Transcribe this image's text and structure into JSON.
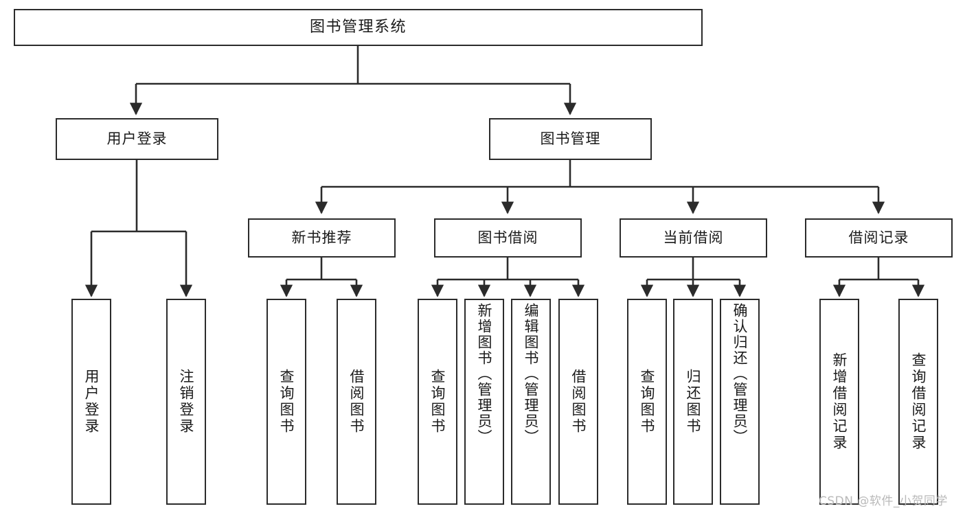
{
  "diagram": {
    "title": "图书管理系统",
    "type": "tree",
    "watermark": "CSDN @软件_小贺同学",
    "colors": {
      "box_border": "#2b2b2b",
      "box_fill": "#ffffff",
      "connector": "#2b2b2b",
      "text": "#1a1a1a",
      "watermark": "#b9b9b9",
      "background": "#ffffff"
    },
    "root": {
      "label": "图书管理系统"
    },
    "level2": [
      {
        "label": "用户登录"
      },
      {
        "label": "图书管理"
      }
    ],
    "level3": [
      {
        "label": "新书推荐"
      },
      {
        "label": "图书借阅"
      },
      {
        "label": "当前借阅"
      },
      {
        "label": "借阅记录"
      }
    ],
    "leaves": {
      "user_login": [
        {
          "label": "用户登录"
        },
        {
          "label": "注销登录"
        }
      ],
      "new_book_recommend": [
        {
          "label": "查询图书"
        },
        {
          "label": "借阅图书"
        }
      ],
      "book_borrow": [
        {
          "label": "查询图书"
        },
        {
          "label": "新增图书（管理员）"
        },
        {
          "label": "编辑图书（管理员）"
        },
        {
          "label": "借阅图书"
        }
      ],
      "current_borrow": [
        {
          "label": "查询图书"
        },
        {
          "label": "归还图书"
        },
        {
          "label": "确认归还（管理员）"
        }
      ],
      "borrow_record": [
        {
          "label": "新增借阅记录"
        },
        {
          "label": "查询借阅记录"
        }
      ]
    }
  }
}
